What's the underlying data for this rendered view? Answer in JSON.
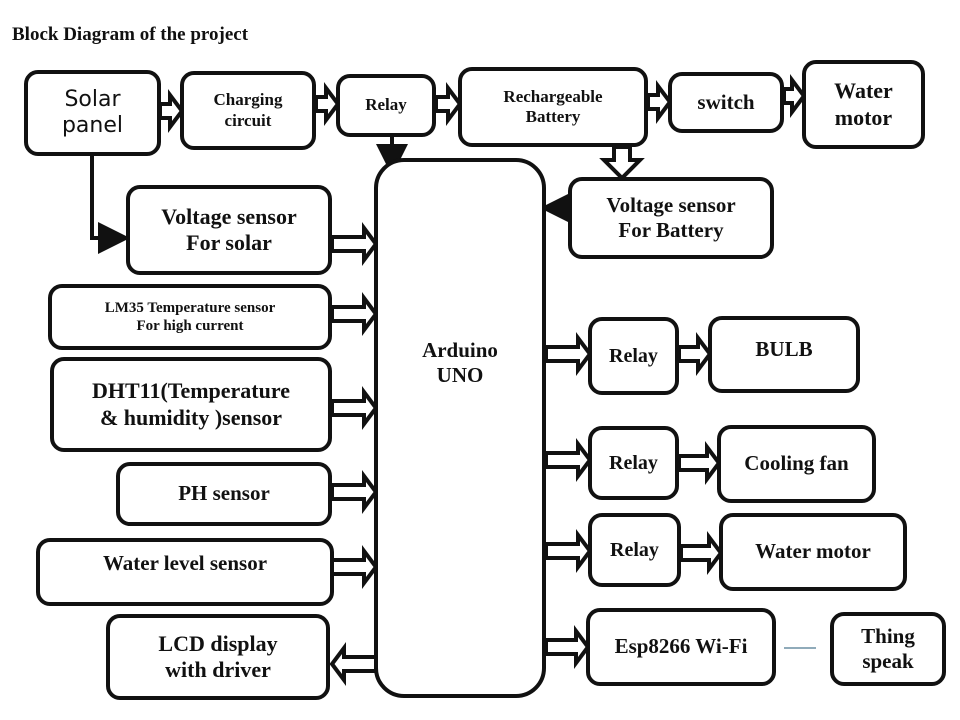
{
  "title": "Block Diagram of the project",
  "blocks": {
    "solar_panel": "Solar\npanel",
    "charging_circuit": "Charging\ncircuit",
    "relay_top": "Relay",
    "battery": "Rechargeable\nBattery",
    "switch": "switch",
    "water_motor_top": "Water\nmotor",
    "voltage_sensor_battery": "Voltage sensor\nFor Battery",
    "voltage_sensor_solar": "Voltage sensor\nFor solar",
    "lm35": "LM35 Temperature  sensor\nFor high  current",
    "dht11": "DHT11(Temperature\n& humidity )sensor",
    "ph_sensor": "PH sensor",
    "water_level_sensor": "Water level sensor",
    "lcd_display": "LCD display\nwith driver",
    "arduino": "Arduino\nUNO",
    "relay_bulb": "Relay",
    "bulb": "BULB",
    "relay_fan": "Relay",
    "cooling_fan": "Cooling fan",
    "relay_motor": "Relay",
    "water_motor": "Water motor",
    "esp8266": "Esp8266 Wi-Fi",
    "thingspeak": "Thing\nspeak"
  },
  "colors": {
    "stroke": "#111111",
    "wifi_link": "#6b8fa3"
  }
}
